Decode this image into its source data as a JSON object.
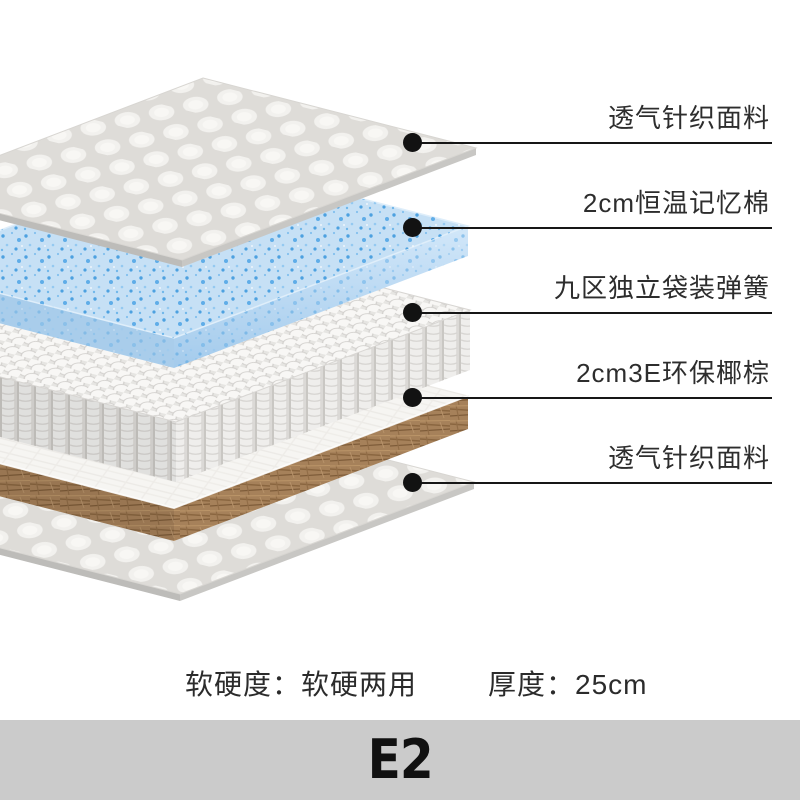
{
  "diagram": {
    "layers": [
      {
        "name": "top-fabric",
        "label": "透气针织面料"
      },
      {
        "name": "memory-foam",
        "label": "2cm恒温记忆棉"
      },
      {
        "name": "pocket-springs",
        "label": "九区独立袋装弹簧"
      },
      {
        "name": "coconut-coir",
        "label": "2cm3E环保椰棕"
      },
      {
        "name": "bottom-fabric",
        "label": "透气针织面料"
      }
    ]
  },
  "specs": {
    "firmness": "软硬度：软硬两用",
    "thickness": "厚度：25cm"
  },
  "footer": {
    "model": "E2"
  },
  "colors": {
    "foam_blue_top": "#c6e0f5",
    "foam_speckle": "#3f9ade",
    "coir_brown": "#a6815a",
    "fabric_white": "#f3f2ef",
    "footer_bar": "#cbcbcb",
    "callout_line": "#161616",
    "label_text": "#2d2d2d"
  }
}
